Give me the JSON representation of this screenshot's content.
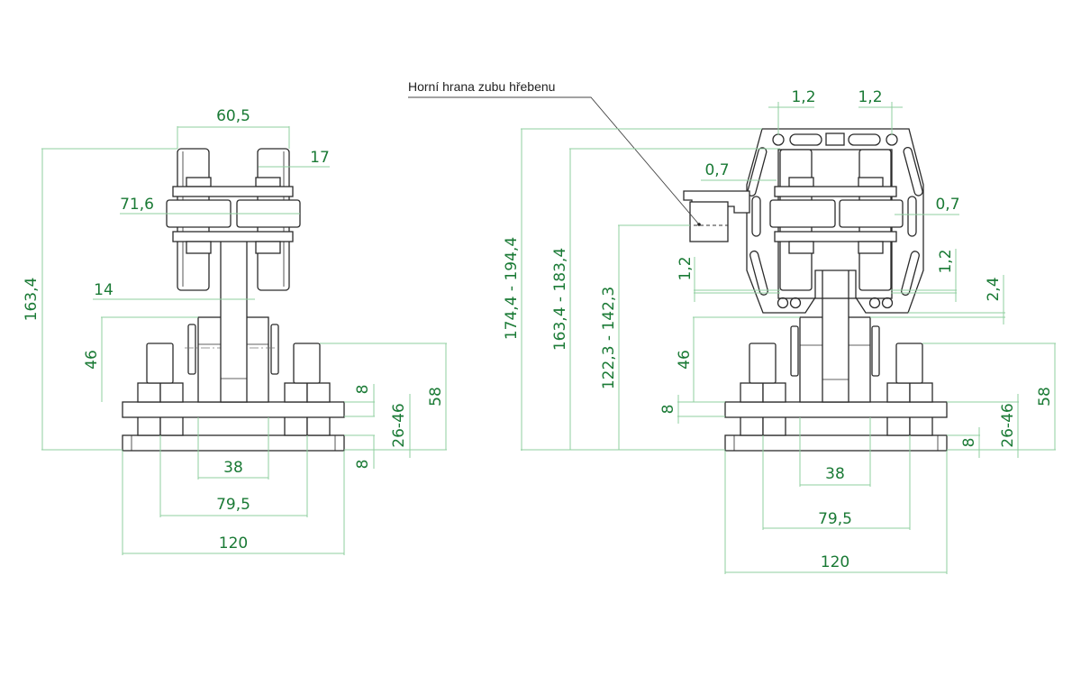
{
  "drawing": {
    "title": "Technical drawing – bracket assembly, two views",
    "line_color": "#2b2b2b",
    "dimension_color": "#1a7a35",
    "dimension_line_color": "#8fcf9f"
  },
  "left_view": {
    "dimensions": {
      "top_width": "60,5",
      "wheel_width": "17",
      "roller_width": "71,6",
      "post_width": "14",
      "total_height": "163,4",
      "upper_height": "46",
      "plate_thickness_top": "8",
      "plate_thickness_bottom": "8",
      "adjust_range": "26-46",
      "base_height": "58",
      "inner_width": "38",
      "bolt_spacing": "79,5",
      "base_width": "120"
    }
  },
  "right_view": {
    "note": "Horní hrana zubu hřebenu",
    "dimensions": {
      "gap_left_top": "1,2",
      "gap_right_top": "1,2",
      "clearance_left": "0,7",
      "clearance_right": "0,7",
      "height_range_1": "174,4 - 194,4",
      "height_range_2": "163,4 - 183,4",
      "height_range_3": "122,3 - 142,3",
      "gap_left_bottom": "1,2",
      "gap_right_bottom": "1,2",
      "frame_gap": "2,4",
      "upper_height": "46",
      "plate_thickness_top": "8",
      "plate_thickness_bottom": "8",
      "adjust_range": "26-46",
      "base_height": "58",
      "inner_width": "38",
      "bolt_spacing": "79,5",
      "base_width": "120"
    }
  }
}
